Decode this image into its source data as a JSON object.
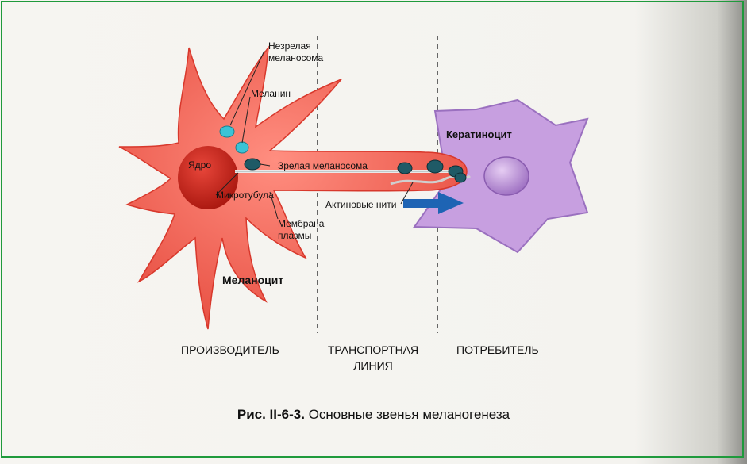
{
  "labels": {
    "immature_melanosome": [
      "Незрелая",
      "меланосома"
    ],
    "melanin": "Меланин",
    "nucleus": "Ядро",
    "mature_melanosome": "Зрелая меланосома",
    "microtubule": "Микротубула",
    "plasma_membrane": [
      "Мембрана",
      "плазмы"
    ],
    "actin_filaments": "Актиновые нити",
    "keratinocyte": "Кератиноцит",
    "melanocyte": "Меланоцит"
  },
  "zones": {
    "producer": "ПРОИЗВОДИТЕЛЬ",
    "transport": [
      "ТРАНСПОРТНАЯ",
      "ЛИНИЯ"
    ],
    "consumer": "ПОТРЕБИТЕЛЬ"
  },
  "caption": {
    "fig_number": "Рис. II-6-3.",
    "text": "Основные звенья меланогенеза"
  },
  "colors": {
    "melanocyte": "#f05a4e",
    "nucleus": "#c8281e",
    "keratinocyte": "#b98ad6",
    "arrow": "#1e64b4",
    "frame": "#1f9a3c"
  },
  "icons": {
    "arrow": "right-arrow-icon"
  }
}
